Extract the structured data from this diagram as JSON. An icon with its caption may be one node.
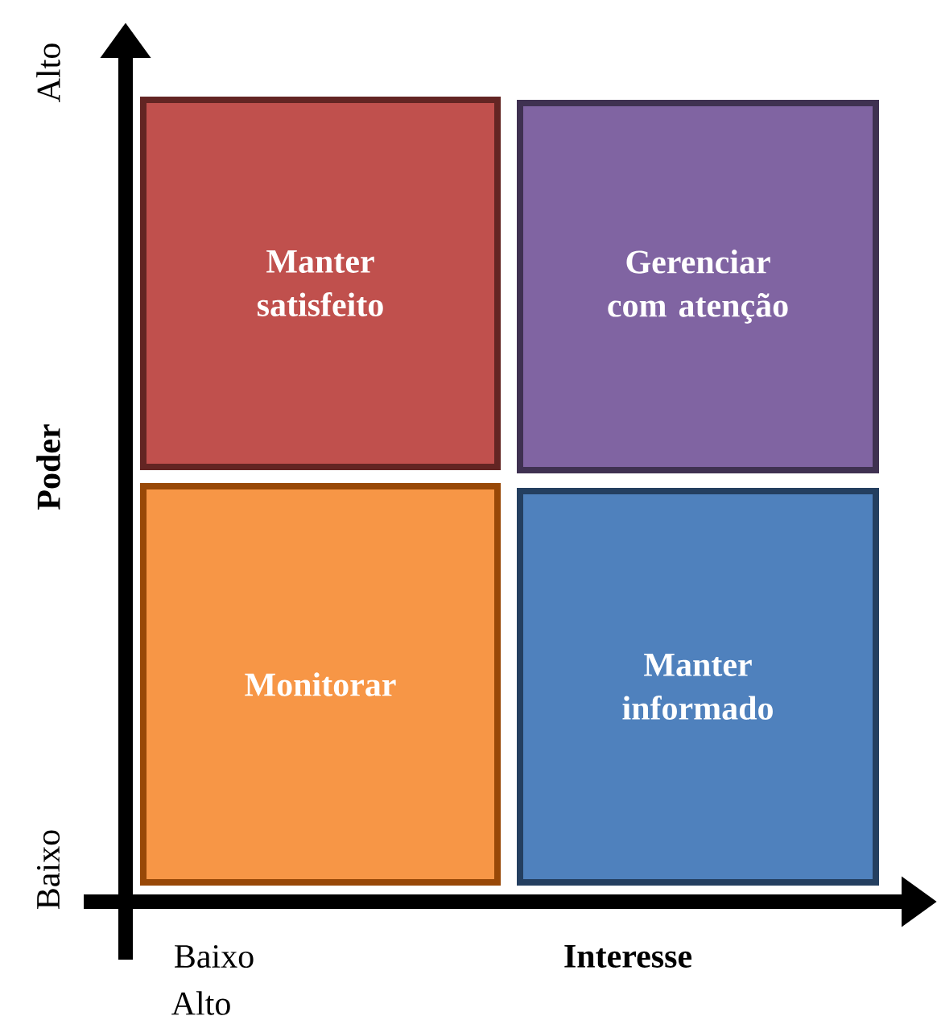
{
  "diagram": {
    "nodes": [
      {
        "text": [
          "Manter satisfeito"
        ]
      },
      {
        "text": [
          "Gerenciar com atenção"
        ]
      },
      {
        "text": [
          "Monitorar"
        ]
      },
      {
        "text": [
          "Manter informado"
        ]
      }
    ],
    "labels": [
      "Alto",
      "Poder",
      "Baixo",
      "Baixo",
      "Alto",
      "Interesse"
    ]
  }
}
